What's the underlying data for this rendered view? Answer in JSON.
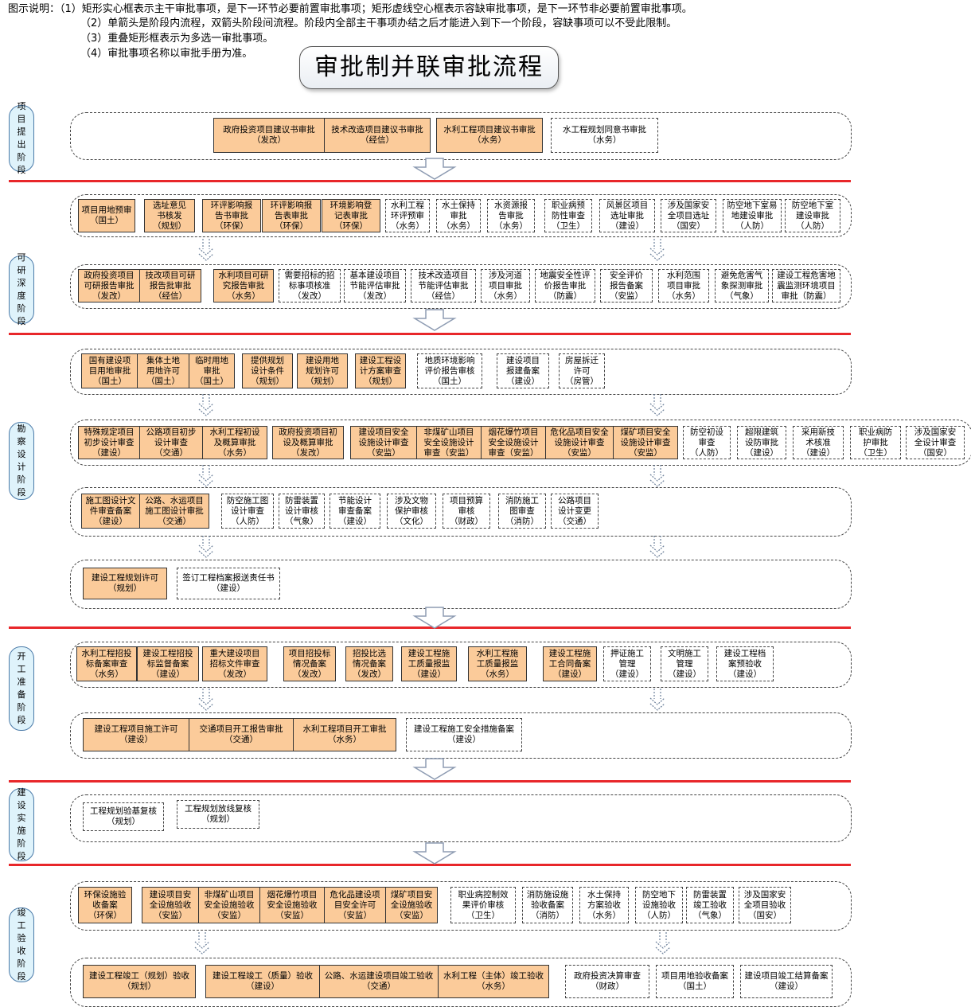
{
  "legend": [
    "图示说明：（1）矩形实心框表示主干审批事项，是下一环节必要前置审批事项；矩形虚线空心框表示容缺审批事项，是下一环节非必要前置审批事项。",
    "（2）单箭头是阶段内流程，双箭头阶段间流程。阶段内全部主干事项办结之后才能进入到下一个阶段，容缺事项可以不受此限制。",
    "（3）重叠矩形框表示为多选一审批事项。",
    "（4）审批事项名称以审批手册为准。"
  ],
  "title": "审批制并联审批流程",
  "colors": {
    "main_fill": "#fbcb9a",
    "stage_fill": "#dff3fb",
    "divider": "#e8272a"
  },
  "stages": [
    {
      "label": "项目提出阶段"
    },
    {
      "label": "可研深度阶段"
    },
    {
      "label": "勘察设计阶段"
    },
    {
      "label": "开工准备阶段"
    },
    {
      "label": "建设实施阶段"
    },
    {
      "label": "竣工验收阶段"
    }
  ],
  "items": {
    "s1": [
      [
        "政府投资项目建议书审批",
        "（发改）"
      ],
      [
        "技术改造项目建议书审批",
        "（经信）"
      ],
      [
        "水利工程项目建议书审批",
        "（水务）"
      ],
      [
        "水工程规划同意书审批",
        "（水务）"
      ]
    ],
    "s2a": [
      [
        "项目用地预审",
        "（国土）"
      ],
      [
        "选址意见",
        "书核发",
        "（规划）"
      ],
      [
        "环评影响报",
        "告书审批",
        "（环保）"
      ],
      [
        "环评影响报",
        "告表审批",
        "（环保）"
      ],
      [
        "环境影响登",
        "记表审批",
        "（环保）"
      ],
      [
        "水利工程",
        "环评预审",
        "（水务）"
      ],
      [
        "水土保持",
        "审批",
        "（水务）"
      ],
      [
        "水资源报",
        "告审批",
        "（水务）"
      ],
      [
        "职业病预",
        "防性审查",
        "（卫生）"
      ],
      [
        "风景区项目",
        "选址审批",
        "（建设）"
      ],
      [
        "涉及国家安",
        "全项目选址",
        "（国安）"
      ],
      [
        "防空地下室易",
        "地建设审批",
        "（人防）"
      ],
      [
        "防空地下室",
        "建设审批",
        "（人防）"
      ]
    ],
    "s2b": [
      [
        "政府投资项目",
        "可研报告审批",
        "（发改）"
      ],
      [
        "技改项目可研",
        "报告批审批",
        "（经信）"
      ],
      [
        "水利项目可研",
        "究报告审批",
        "（水务）"
      ],
      [
        "需要招标的招",
        "标事项核准",
        "（发改）"
      ],
      [
        "基本建设项目",
        "节能评估审批",
        "（发改）"
      ],
      [
        "技术改造项目",
        "节能评估审批",
        "（经信）"
      ],
      [
        "涉及河道",
        "项目审批",
        "（水务）"
      ],
      [
        "地震安全性评",
        "价报告审批",
        "（防震）"
      ],
      [
        "安全评价",
        "报告备案",
        "（安监）"
      ],
      [
        "水利范围",
        "项目审批",
        "（水务）"
      ],
      [
        "避免危害气",
        "象探测审批",
        "（气象）"
      ],
      [
        "建设工程危害地",
        "震监测环境项目",
        "审批（防震）"
      ]
    ],
    "s3a": [
      [
        "国有建设项",
        "目用地审批",
        "（国土）"
      ],
      [
        "集体土地",
        "用地许可",
        "（国土）"
      ],
      [
        "临时用地",
        "审批",
        "（国土）"
      ],
      [
        "提供规划",
        "设计条件",
        "（规划）"
      ],
      [
        "建设用地",
        "规划许可",
        "（规划）"
      ],
      [
        "建设工程设",
        "计方案审查",
        "（规划）"
      ],
      [
        "地质环境影响",
        "评价报告审核",
        "（国土）"
      ],
      [
        "建设项目",
        "报建备案",
        "（建设）"
      ],
      [
        "房屋拆迁",
        "许可",
        "（房管）"
      ]
    ],
    "s3b": [
      [
        "特殊规定项目",
        "初步设计审查",
        "（建设）"
      ],
      [
        "公路项目初步",
        "设计审查",
        "（交通）"
      ],
      [
        "水利工程初设",
        "及概算审批",
        "（水务）"
      ],
      [
        "政府投资项目初",
        "设及概算审批",
        "（发改）"
      ],
      [
        "建设项目安全",
        "设施设计审查",
        "（安监）"
      ],
      [
        "非煤矿山项目",
        "安全设施设计",
        "审查（安监）"
      ],
      [
        "烟花爆竹项目",
        "安全设施设计",
        "审查（安监）"
      ],
      [
        "危化品项目安全",
        "设施设计审查",
        "（安监）"
      ],
      [
        "煤矿项目安全",
        "设施设计审查",
        "（安监）"
      ],
      [
        "防空初设",
        "审查",
        "（人防）"
      ],
      [
        "超限建筑",
        "设防审批",
        "（建设）"
      ],
      [
        "采用新技",
        "术核准",
        "（建设）"
      ],
      [
        "职业病防",
        "护审批",
        "（卫生）"
      ],
      [
        "涉及国家安",
        "全设计审查",
        "（国安）"
      ]
    ],
    "s3c": [
      [
        "施工图设计文",
        "件审查备案",
        "（建设）"
      ],
      [
        "公路、水运项目",
        "施工图设计审批",
        "（交通）"
      ],
      [
        "防空施工图",
        "设计审查",
        "（人防）"
      ],
      [
        "防雷装置",
        "设计审核",
        "（气象）"
      ],
      [
        "节能设计",
        "审查备案",
        "（建设）"
      ],
      [
        "涉及文物",
        "保护审核",
        "（文化）"
      ],
      [
        "项目预算",
        "审核",
        "（财政）"
      ],
      [
        "消防施工",
        "图审查",
        "（消防）"
      ],
      [
        "公路项目",
        "设计变更",
        "（交通）"
      ]
    ],
    "s3d": [
      [
        "建设工程规划许可",
        "（规划）"
      ],
      [
        "签订工程档案报送责任书",
        "（建设）"
      ]
    ],
    "s4a": [
      [
        "水利工程招投",
        "标备案审查",
        "（水务）"
      ],
      [
        "建设工程招投",
        "标监督备案",
        "（建设）"
      ],
      [
        "重大建设项目",
        "招标文件审查",
        "（发改）"
      ],
      [
        "项目招投标",
        "情况备案",
        "（发改）"
      ],
      [
        "招投比选",
        "情况备案",
        "（发改）"
      ],
      [
        "建设工程施",
        "工质量报监",
        "（建设）"
      ],
      [
        "水利工程施",
        "工质量报监",
        "（水务）"
      ],
      [
        "建设工程施",
        "工合同备案",
        "（建设）"
      ],
      [
        "押证施工",
        "管理",
        "（建设）"
      ],
      [
        "文明施工",
        "管理",
        "（建设）"
      ],
      [
        "建设工程档",
        "案预验收",
        "（建设）"
      ]
    ],
    "s4b": [
      [
        "建设工程项目施工许可",
        "（建设）"
      ],
      [
        "交通项目开工报告审批",
        "（交通）"
      ],
      [
        "水利工程项目开工审批",
        "（水务）"
      ],
      [
        "建设工程施工安全措施备案",
        "（建设）"
      ]
    ],
    "s5": [
      [
        "工程规划验基复核",
        "（规划）"
      ],
      [
        "工程规划放线复核",
        "（规划）"
      ]
    ],
    "s6a": [
      [
        "环保设施验",
        "收备案",
        "（环保）"
      ],
      [
        "建设项目安",
        "全设施验收",
        "（安监）"
      ],
      [
        "非煤矿山项目",
        "安全设施验收",
        "（安监）"
      ],
      [
        "烟花爆竹项目",
        "安全设施验收",
        "（安监）"
      ],
      [
        "危化品建设项",
        "目安全许可",
        "（安监）"
      ],
      [
        "煤矿项目安",
        "全设施验收",
        "（安监）"
      ],
      [
        "职业病控制效",
        "果评价审核",
        "（卫生）"
      ],
      [
        "消防施设施",
        "验收备案",
        "（消防）"
      ],
      [
        "水土保持",
        "方案验收",
        "（水务）"
      ],
      [
        "防空地下",
        "设施验收",
        "（人防）"
      ],
      [
        "防雷装置",
        "竣工验收",
        "（气象）"
      ],
      [
        "涉及国家安",
        "全项目验收",
        "（国安）"
      ]
    ],
    "s6b": [
      [
        "建设工程竣工（规划）验收",
        "（规划）"
      ],
      [
        "建设工程竣工（质量）验收",
        "（建设）"
      ],
      [
        "公路、水运建设项目竣工验收",
        "（交通）"
      ],
      [
        "水利工程（主体）竣工验收",
        "（水务）"
      ],
      [
        "政府投资决算审查",
        "（财政）"
      ],
      [
        "项目用地验收备案",
        "（国土）"
      ],
      [
        "建设项目竣工结算备案",
        "（建设）"
      ]
    ]
  }
}
